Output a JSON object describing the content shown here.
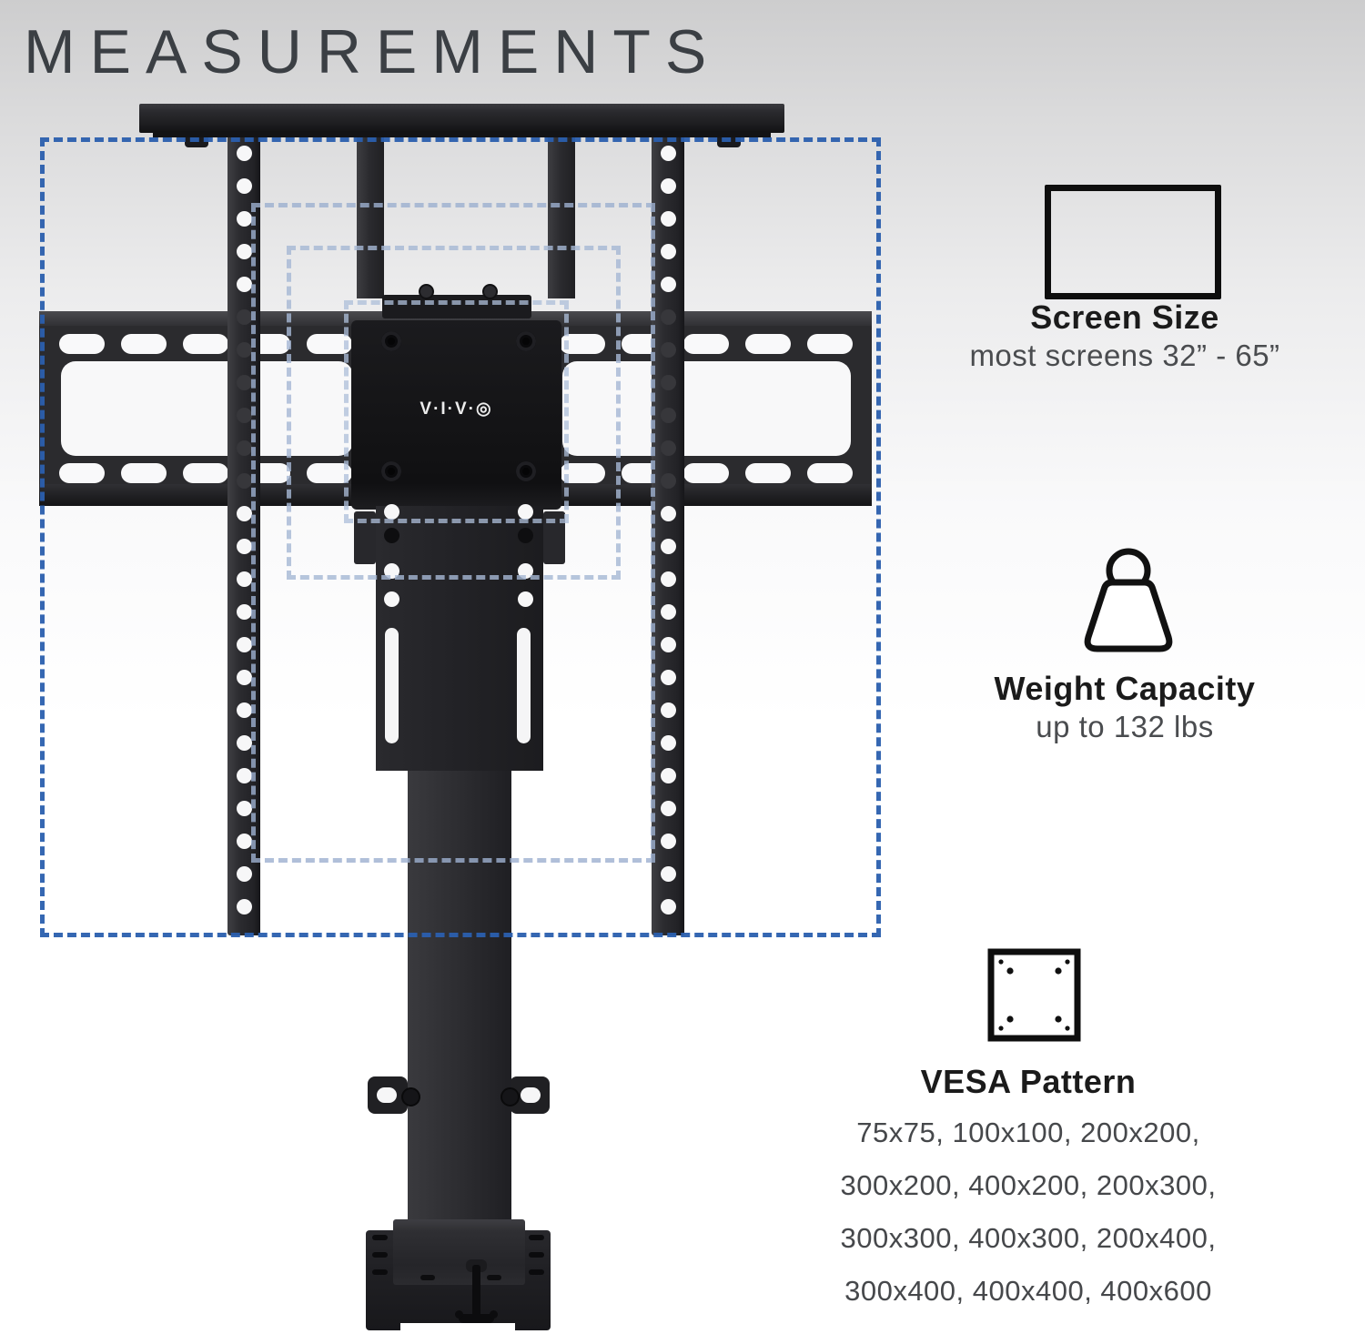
{
  "title": "MEASUREMENTS",
  "product": {
    "brand_logo": "V·I·V·◎"
  },
  "specs": {
    "screen": {
      "label": "Screen Size",
      "value": "most screens 32” - 65”"
    },
    "weight": {
      "label": "Weight Capacity",
      "value": "up to 132 lbs"
    },
    "vesa": {
      "label": "VESA Pattern",
      "lines": [
        "75x75, 100x100, 200x200,",
        "300x200, 400x200, 200x300,",
        "300x300, 400x300, 200x400,",
        "300x400, 400x400, 400x600"
      ]
    }
  },
  "colors": {
    "accent_dark_blue": "#2b5fae",
    "accent_mid_blue": "#9db0d0",
    "accent_light_blue": "#a6b8d5",
    "accent_xlight_blue": "#aebfda",
    "product_black": "#232327",
    "title_gray": "#3b3f44"
  }
}
